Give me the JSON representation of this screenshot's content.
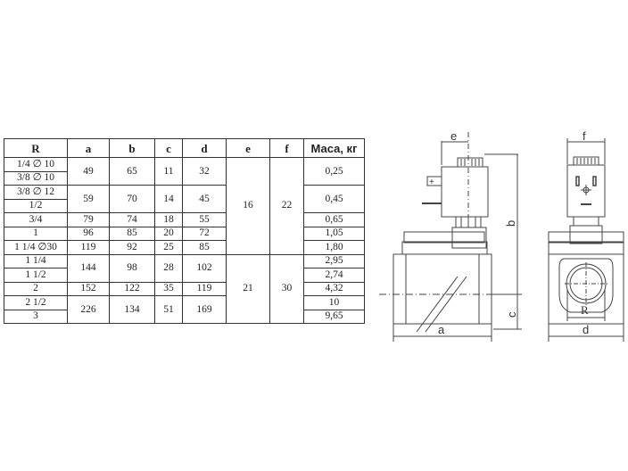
{
  "table": {
    "headers": [
      "R",
      "a",
      "b",
      "c",
      "d",
      "e",
      "f",
      "Маса, кг"
    ],
    "rows": [
      {
        "R": "1/4 ∅ 10",
        "a": "49",
        "b": "65",
        "c": "11",
        "d": "32",
        "e": "16",
        "f": "22",
        "mass": "0,25"
      },
      {
        "R": "3/8 ∅ 10"
      },
      {
        "R": "3/8 ∅ 12",
        "a": "59",
        "b": "70",
        "c": "14",
        "d": "45",
        "mass": "0,45"
      },
      {
        "R": "1/2"
      },
      {
        "R": "3/4",
        "a": "79",
        "b": "74",
        "c": "18",
        "d": "55",
        "mass": "0,65"
      },
      {
        "R": "1",
        "a": "96",
        "b": "85",
        "c": "20",
        "d": "72",
        "mass": "1,05"
      },
      {
        "R": "1 1/4 ∅30",
        "a": "119",
        "b": "92",
        "c": "25",
        "d": "85",
        "mass": "1,80"
      },
      {
        "R": "1 1/4",
        "a": "144",
        "b": "98",
        "c": "28",
        "d": "102",
        "e": "21",
        "f": "30",
        "mass": "2,95"
      },
      {
        "R": "1 1/2",
        "mass": "2,74"
      },
      {
        "R": "2",
        "a": "152",
        "b": "122",
        "c": "35",
        "d": "119",
        "mass": "4,32"
      },
      {
        "R": "2 1/2",
        "a": "226",
        "b": "134",
        "c": "51",
        "d": "169",
        "mass": "10"
      },
      {
        "R": "3",
        "mass": "9,65"
      }
    ]
  },
  "drawing": {
    "side_view_labels": {
      "e": "e",
      "b": "b",
      "c": "c",
      "a": "a"
    },
    "front_view_labels": {
      "f": "f",
      "R": "R",
      "d": "d"
    }
  }
}
